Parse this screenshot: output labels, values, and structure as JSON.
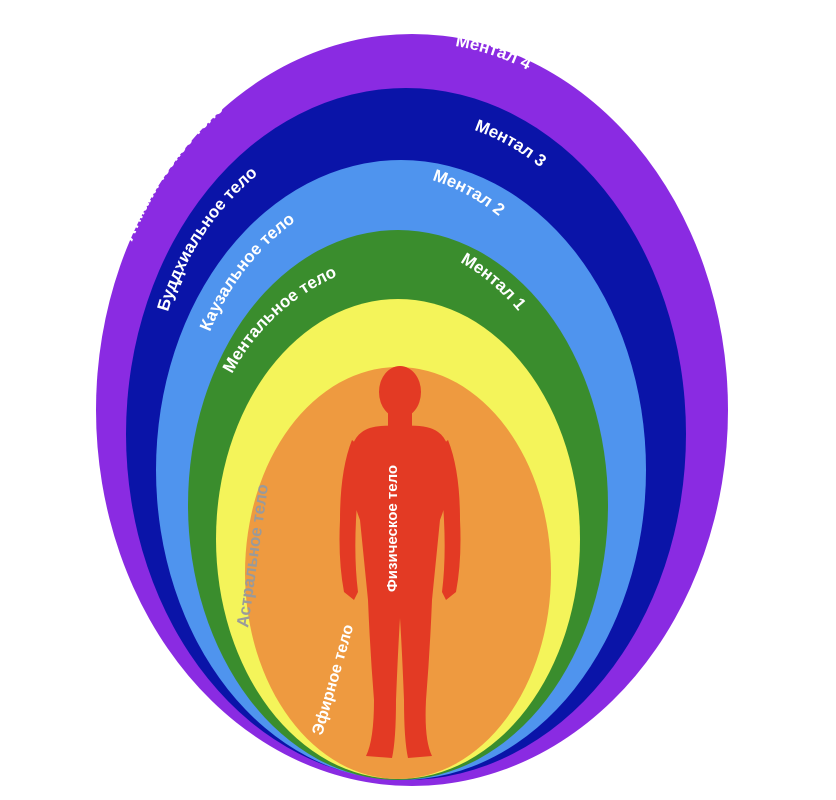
{
  "layers": [
    {
      "id": "atmanic",
      "color": "#8a2be2"
    },
    {
      "id": "buddhic",
      "color": "#0a14a8"
    },
    {
      "id": "causal",
      "color": "#4f94ee"
    },
    {
      "id": "mental",
      "color": "#3a8d2d"
    },
    {
      "id": "astral",
      "color": "#f4f45a"
    },
    {
      "id": "etheric",
      "color": "#ee9a40"
    }
  ],
  "figure_color": "#e33a24",
  "labels": {
    "atmanic": "Атманическое тело",
    "buddhic": "Буддхиальное тело",
    "causal": "Каузальное тело",
    "mental": "Ментальное тело",
    "astral": "Астральное тело",
    "etheric": "Эфирное тело",
    "physical": "Физическое тело",
    "mental4": "Ментал 4",
    "mental3": "Ментал 3",
    "mental2": "Ментал 2",
    "mental1": "Ментал 1"
  },
  "label_colors": {
    "default": "#ffffff",
    "astral": "#9a9a9a"
  }
}
